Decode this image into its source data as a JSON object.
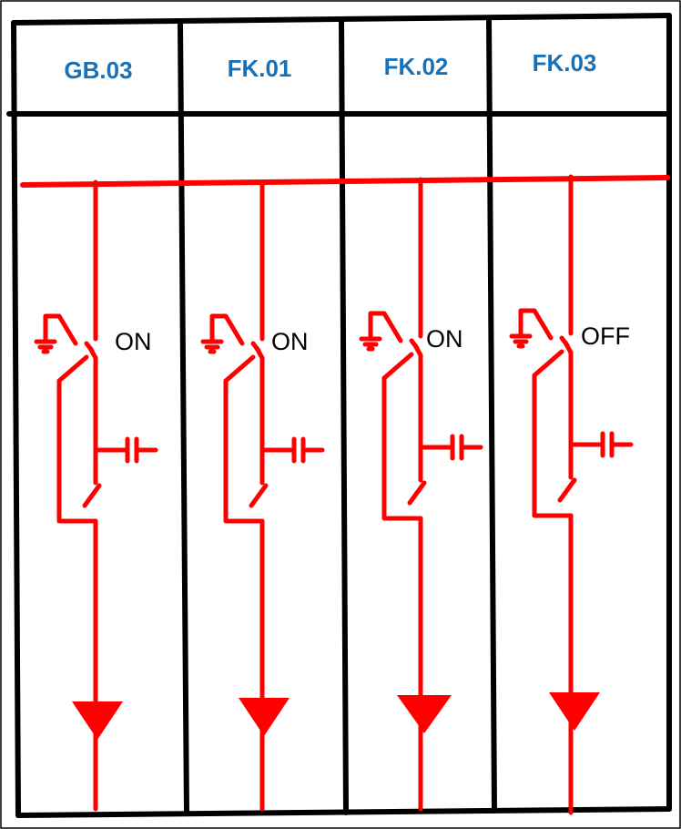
{
  "colors": {
    "frame": "#000000",
    "circuit": "#ff0000",
    "panel_label": "#1a70b4",
    "state_label": "#000000",
    "background": "#ffffff"
  },
  "panels": [
    {
      "label": "GB.03",
      "state": "ON"
    },
    {
      "label": "FK.01",
      "state": "ON"
    },
    {
      "label": "FK.02",
      "state": "ON"
    },
    {
      "label": "FK.03",
      "state": "OFF"
    }
  ]
}
